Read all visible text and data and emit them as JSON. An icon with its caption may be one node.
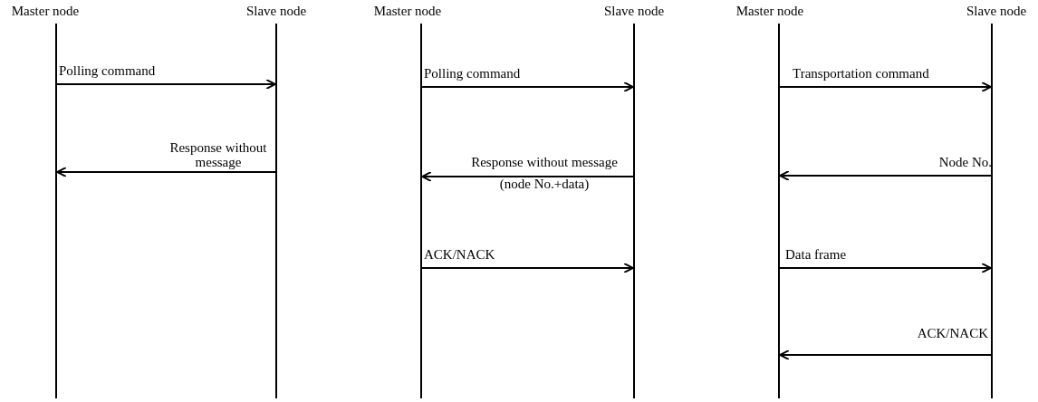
{
  "diagram": {
    "nodes": [
      {
        "text": [
          "Master node"
        ]
      },
      {
        "text": [
          "Slave node"
        ]
      },
      {
        "text": [
          "Master node"
        ]
      },
      {
        "text": [
          "Slave node"
        ]
      },
      {
        "text": [
          "Master node"
        ]
      },
      {
        "text": [
          "Slave node"
        ]
      }
    ],
    "edges": [
      {
        "from": 0,
        "to": 1,
        "arrow": "to",
        "label": "Polling command"
      },
      {
        "from": 1,
        "to": 0,
        "arrow": "to",
        "label": "Response without message"
      },
      {
        "from": 2,
        "to": 3,
        "arrow": "to",
        "label": "Polling command"
      },
      {
        "from": 3,
        "to": 2,
        "arrow": "to",
        "label": "Response without message (node No.+data)"
      },
      {
        "from": 2,
        "to": 3,
        "arrow": "to",
        "label": "ACK/NACK"
      },
      {
        "from": 4,
        "to": 5,
        "arrow": "to",
        "label": "Transportation command"
      },
      {
        "from": 5,
        "to": 4,
        "arrow": "to",
        "label": "Node No."
      },
      {
        "from": 4,
        "to": 5,
        "arrow": "to",
        "label": "Data frame"
      },
      {
        "from": 5,
        "to": 4,
        "arrow": "to",
        "label": "ACK/NACK"
      }
    ]
  }
}
